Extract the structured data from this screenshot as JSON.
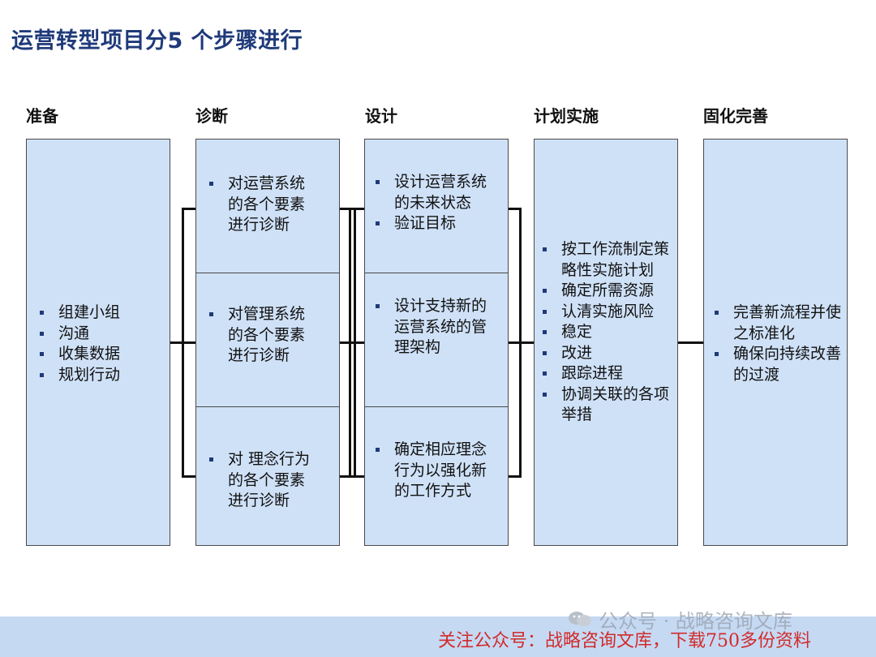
{
  "title": "运营转型项目分5 个步骤进行",
  "columns": [
    {
      "heading": "准备",
      "cells": [
        {
          "bullets": [
            "组建小组",
            "沟通",
            "收集数据",
            "规划行动"
          ]
        }
      ]
    },
    {
      "heading": "诊断",
      "cells": [
        {
          "bullets": [
            "对运营系统的各个要素进行诊断"
          ]
        },
        {
          "bullets": [
            "对管理系统的各个要素进行诊断"
          ]
        },
        {
          "bullets": [
            "对 理念行为的各个要素进行诊断"
          ]
        }
      ]
    },
    {
      "heading": "设计",
      "cells": [
        {
          "bullets": [
            "设计运营系统的未来状态",
            "验证目标"
          ]
        },
        {
          "bullets": [
            "设计支持新的运营系统的管理架构"
          ]
        },
        {
          "bullets": [
            "确定相应理念行为以强化新的工作方式"
          ]
        }
      ]
    },
    {
      "heading": "计划实施",
      "cells": [
        {
          "bullets": [
            "按工作流制定策略性实施计划",
            "确定所需资源",
            "认清实施风险",
            "稳定",
            "改进",
            "跟踪进程",
            "协调关联的各项举措"
          ]
        }
      ]
    },
    {
      "heading": "固化完善",
      "cells": [
        {
          "bullets": [
            "完善新流程并使之标准化",
            "确保向持续改善的过渡"
          ]
        }
      ]
    }
  ],
  "watermark": "公众号 · 战略咨询文库",
  "footer": "关注公众号：战略咨询文库，下载750多份资料"
}
